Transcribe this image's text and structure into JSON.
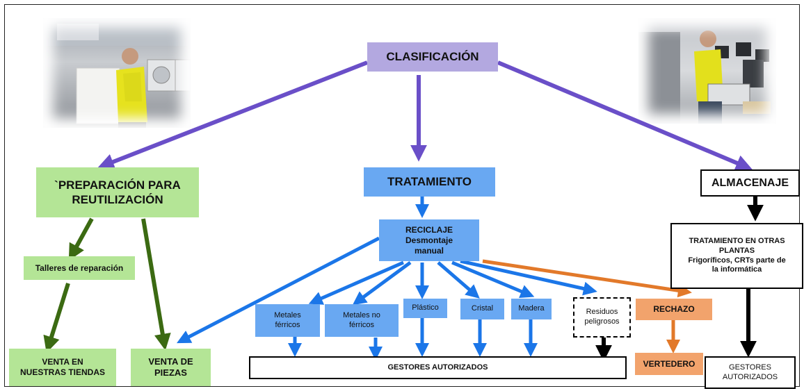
{
  "colors": {
    "purple_box": "#b3a8e0",
    "purple_arrow": "#6a4fc8",
    "green_box": "#b4e596",
    "dark_green_arrow": "#3b6a12",
    "blue_box": "#69a8f2",
    "blue_arrow": "#1b76e8",
    "orange_box": "#f2a36c",
    "orange_arrow": "#e2792a",
    "black": "#000000"
  },
  "nodes": {
    "clasificacion": "CLASIFICACIÓN",
    "preparacion": "`PREPARACIÓN PARA\nREUTILIZACIÓN",
    "tratamiento": "TRATAMIENTO",
    "almacenaje": "ALMACENAJE",
    "talleres": "Talleres de reparación",
    "venta_tiendas": "VENTA EN\nNUESTRAS TIENDAS",
    "venta_piezas": "VENTA DE\nPIEZAS",
    "reciclaje": "RECICLAJE\nDesmontaje\nmanual",
    "metales_ferricos": "Metales\nférricos",
    "metales_no_ferricos": "Metales no\nférricos",
    "plastico": "Plástico",
    "cristal": "Cristal",
    "madera": "Madera",
    "residuos": "Residuos\npeligrosos",
    "rechazo": "RECHAZO",
    "vertedero": "VERTEDERO",
    "gestores_autorizados_main": "GESTORES AUTORIZADOS",
    "tratamiento_otras": "TRATAMIENTO EN OTRAS\nPLANTAS\nFrigoríficos, CRTs  parte de\nla informática",
    "gestores_autorizados_right": "GESTORES\nAUTORIZADOS"
  },
  "photos": {
    "left": "worker-washing-machine-photo",
    "right": "worker-computer-photo"
  }
}
